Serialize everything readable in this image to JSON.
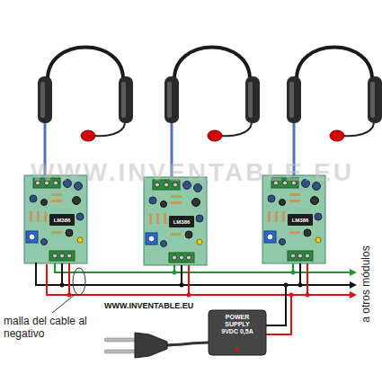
{
  "diagram": {
    "nodes": [
      {
        "text": [
          "LM386"
        ]
      },
      {
        "text": [
          "LM386"
        ]
      },
      {
        "text": [
          "LM386"
        ]
      },
      {
        "text": [
          "POWER SUPPLY",
          "9VDC 0,5A"
        ]
      }
    ],
    "labels": [
      "WWW.INVENTABLE.EU",
      "malla del cable al negativo",
      "WWW.INVENTABLE.EU",
      "a otros módulos"
    ]
  }
}
